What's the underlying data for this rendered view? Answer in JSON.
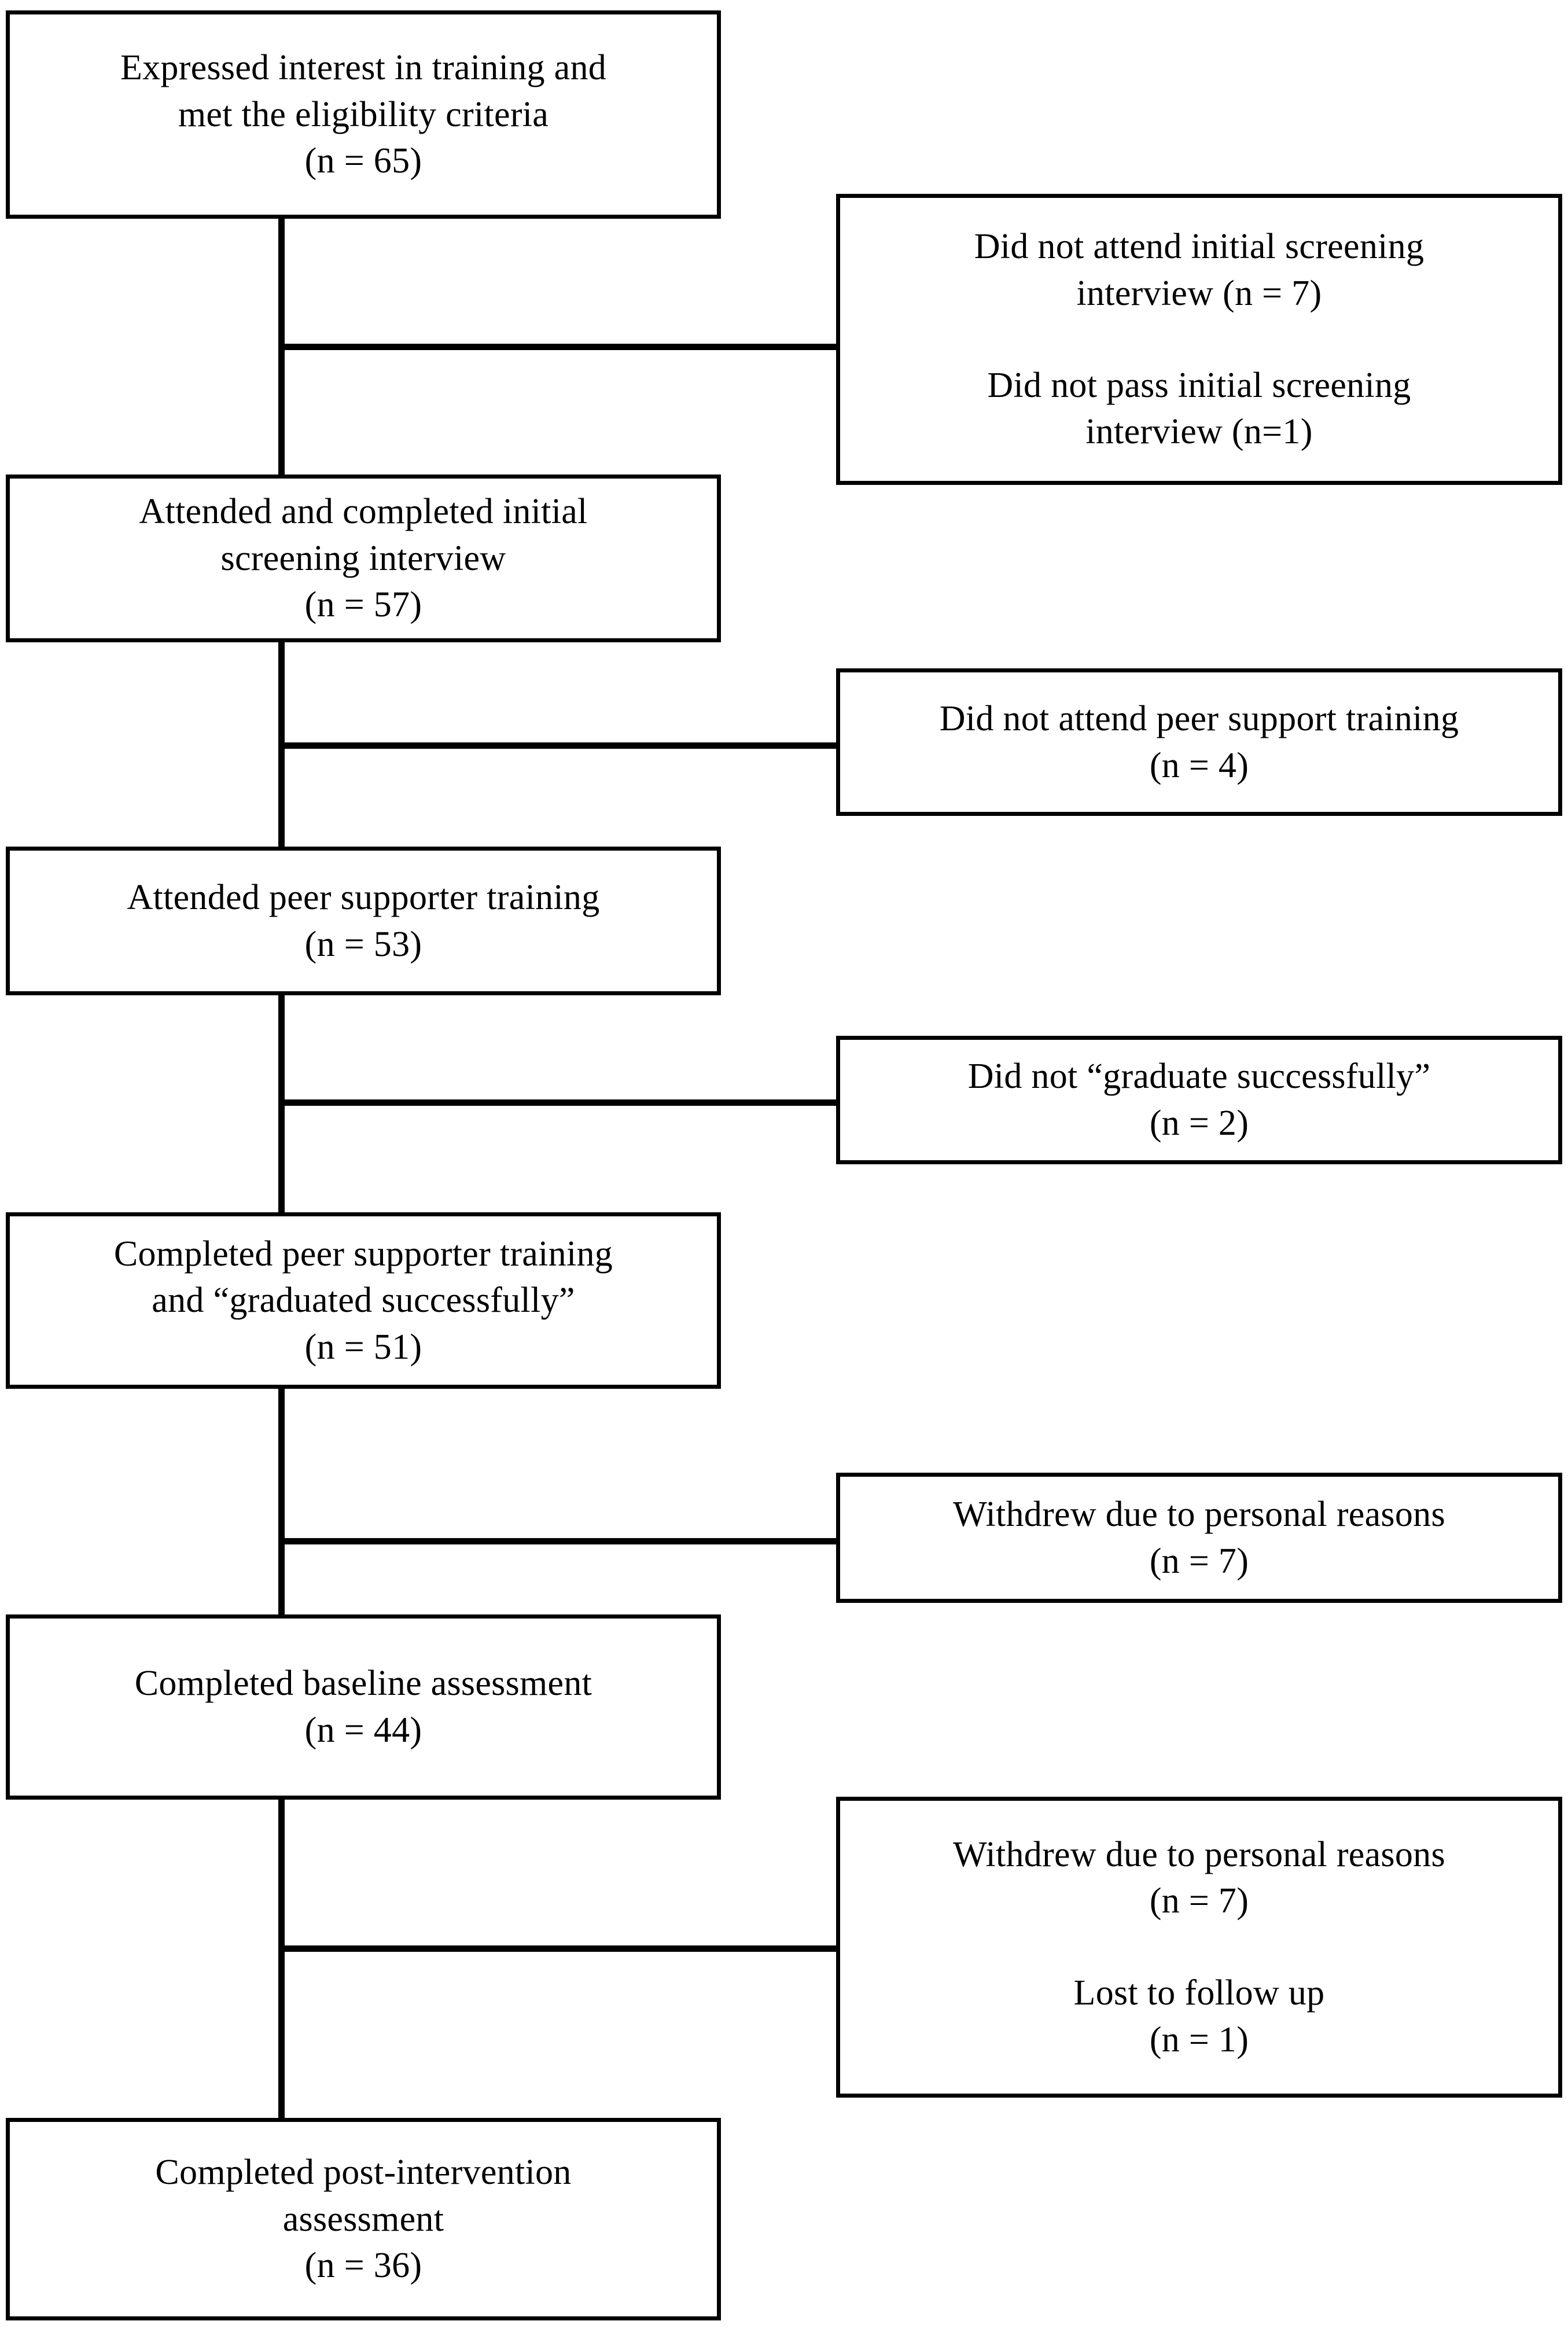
{
  "diagram": {
    "type": "participant-flow-diagram",
    "orientation": "vertical-with-right-exclusions",
    "main_path": [
      {
        "id": "expressed-interest",
        "text": "Expressed interest in training and\nmet the eligibility criteria\n(n = 65)",
        "n": 65
      },
      {
        "id": "attended-screening",
        "text": "Attended and completed initial\nscreening interview\n(n = 57)",
        "n": 57
      },
      {
        "id": "attended-training",
        "text": "Attended peer supporter training\n(n = 53)",
        "n": 53
      },
      {
        "id": "completed-training",
        "text": "Completed peer supporter training\nand “graduated successfully”\n(n = 51)",
        "n": 51
      },
      {
        "id": "completed-baseline",
        "text": "Completed baseline assessment\n(n = 44)",
        "n": 44
      },
      {
        "id": "completed-post",
        "text": "Completed post-intervention\nassessment\n(n = 36)",
        "n": 36
      }
    ],
    "exclusions": [
      {
        "id": "exclusion-screening",
        "after": "expressed-interest",
        "lines": [
          "Did not attend initial screening\ninterview (n = 7)",
          "Did not pass initial screening\ninterview (n=1)"
        ],
        "counts": [
          7,
          1
        ]
      },
      {
        "id": "exclusion-no-training",
        "after": "attended-screening",
        "lines": [
          "Did not attend peer support training\n(n = 4)"
        ],
        "counts": [
          4
        ]
      },
      {
        "id": "exclusion-not-graduated",
        "after": "attended-training",
        "lines": [
          "Did not “graduate successfully”\n(n = 2)"
        ],
        "counts": [
          2
        ]
      },
      {
        "id": "exclusion-withdrew-1",
        "after": "completed-training",
        "lines": [
          "Withdrew due to personal reasons\n(n = 7)"
        ],
        "counts": [
          7
        ]
      },
      {
        "id": "exclusion-withdrew-lost",
        "after": "completed-baseline",
        "lines": [
          "Withdrew due to personal reasons\n(n = 7)",
          "Lost to follow up\n(n = 1)"
        ],
        "counts": [
          7,
          1
        ]
      }
    ],
    "colors": {
      "border": "#000000",
      "background": "#ffffff",
      "text": "#000000"
    }
  }
}
